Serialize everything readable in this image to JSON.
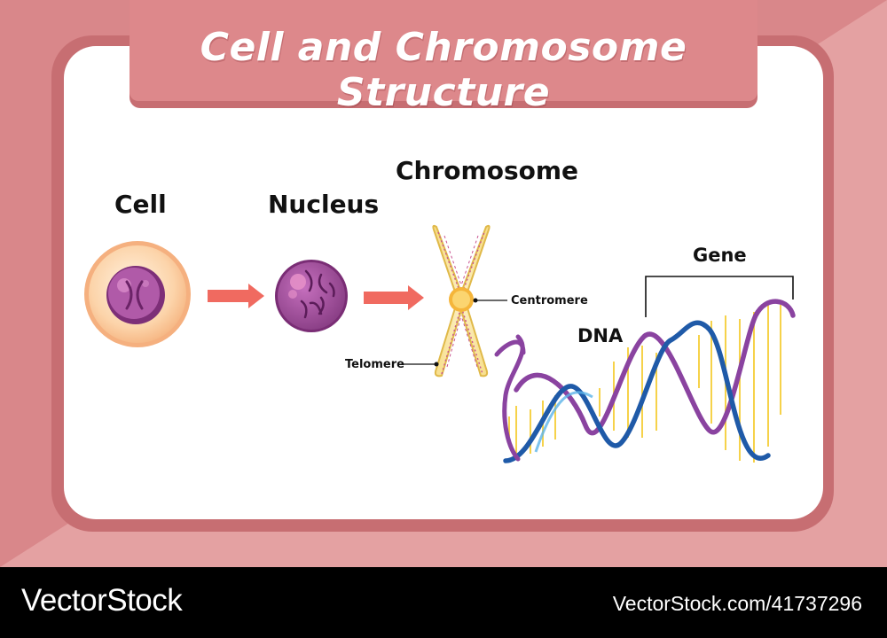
{
  "title": "Cell and Chromosome Structure",
  "labels": {
    "cell": "Cell",
    "nucleus": "Nucleus",
    "chromosome": "Chromosome",
    "centromere": "Centromere",
    "telomere": "Telomere",
    "dna": "DNA",
    "gene": "Gene"
  },
  "footer": {
    "brand": "VectorStock",
    "stock_id": "VectorStock.com/41737296"
  },
  "colors": {
    "background": "#e49a9c",
    "frame": "#c76e72",
    "title_band": "#dd888b",
    "arrow": "#f06a60",
    "cytoplasm": "#fbd3a8",
    "nucleus": "#9b4b95",
    "chromosome": "#f8e7a4",
    "dna_purple": "#8a43a0",
    "dna_blue": "#1f5aa8",
    "rungs": "#f6d24a"
  }
}
